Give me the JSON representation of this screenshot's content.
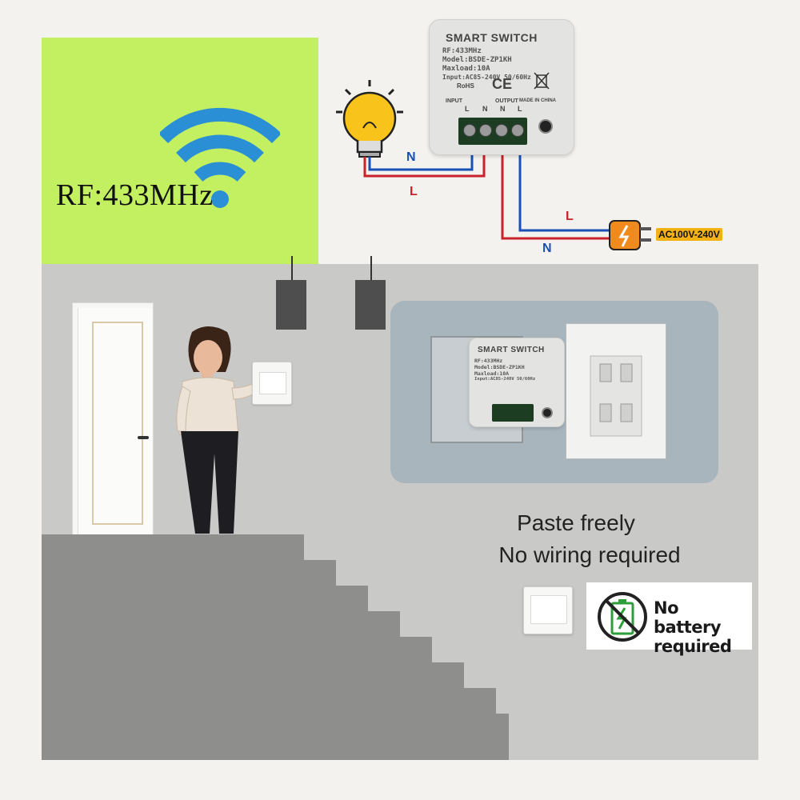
{
  "rf_panel": {
    "label": "RF:433MHz",
    "icon": "wifi-icon",
    "background": "#c3f060",
    "icon_color": "#2b8fd6"
  },
  "module": {
    "title": "SMART SWITCH",
    "lines": [
      "RF:433MHz",
      "Model:BSDE-ZP1KH",
      "Maxload:10A",
      "Input:AC85-240V 50/60Hz"
    ],
    "input_label": "INPUT",
    "output_label": "OUTPUT",
    "made_in": "MADE IN CHINA",
    "terminals": [
      "L",
      "N",
      "N",
      "L"
    ],
    "marks": [
      "RoHS",
      "CE"
    ]
  },
  "wiring": {
    "n_label": "N",
    "l_label": "L",
    "supply": "AC100V-240V",
    "live_color": "#c8232a",
    "neutral_color": "#1a4fb5"
  },
  "photo_module": {
    "title": "SMART SWITCH",
    "lines": [
      "RF:433MHz",
      "Model:BSDE-ZP1KH",
      "Maxload:10A",
      "Input:AC85-240V 50/60Hz"
    ]
  },
  "captions": {
    "line1": "Paste freely",
    "line2": "No wiring required"
  },
  "battery": {
    "text_line1": "No battery",
    "text_line2": "required",
    "icon": "no-battery-icon"
  }
}
